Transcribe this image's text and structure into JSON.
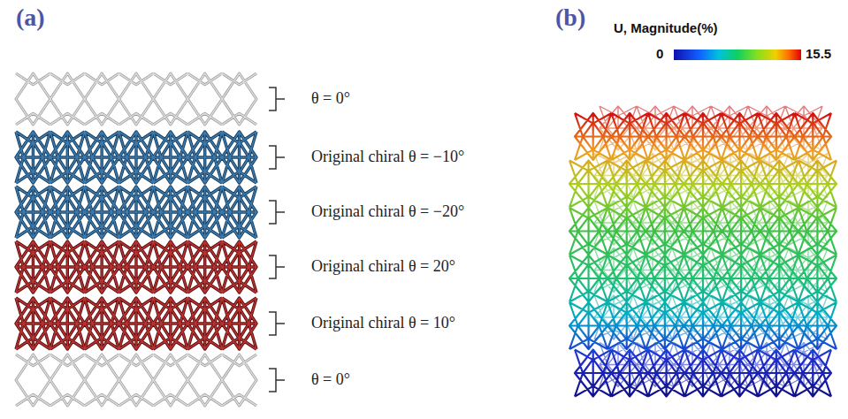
{
  "diagram": {
    "labels": [
      "(a)",
      "(b)",
      "U, Magnitude(%)",
      "0",
      "15.5",
      "θ = 0°",
      "Original chiral θ = −10°",
      "Original chiral θ = −20°",
      "Original chiral θ = 20°",
      "Original chiral θ = 10°",
      "θ = 0°"
    ]
  }
}
